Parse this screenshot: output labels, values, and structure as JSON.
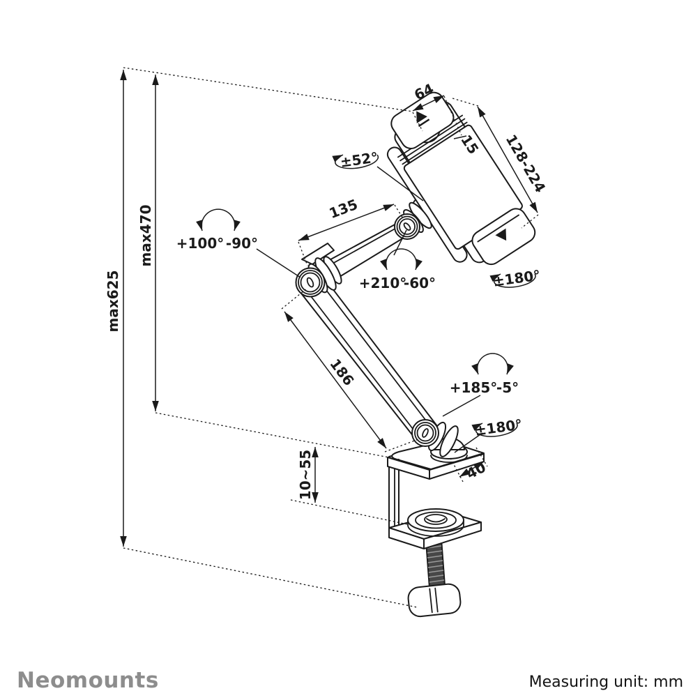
{
  "drawing": {
    "dimensions": {
      "max_height": "max625",
      "pivot_height": "max470",
      "upper_arm_length": "135",
      "lower_arm_length": "186",
      "holder_jaw_width": "64",
      "holder_jaw_depth": "15",
      "holder_clamp_range": "128-224",
      "desk_clamp_range": "10~55",
      "clamp_depth": "40"
    },
    "angles": {
      "holder_tilt": "±52°",
      "holder_rotation": "±180°",
      "elbow_swivel_pos": "+100°",
      "elbow_swivel_neg": "-90°",
      "upper_joint_tilt_pos": "+210°",
      "upper_joint_tilt_neg": "-60°",
      "base_tilt_pos": "+185°",
      "base_tilt_neg": "-5°",
      "base_rotation": "±180°"
    }
  },
  "footer": {
    "brand": "Neomounts",
    "measuring_unit_label": "Measuring unit: mm"
  },
  "colors": {
    "line": "#1a1a1a",
    "brand_gray": "#8d8d8d",
    "background": "#ffffff"
  }
}
